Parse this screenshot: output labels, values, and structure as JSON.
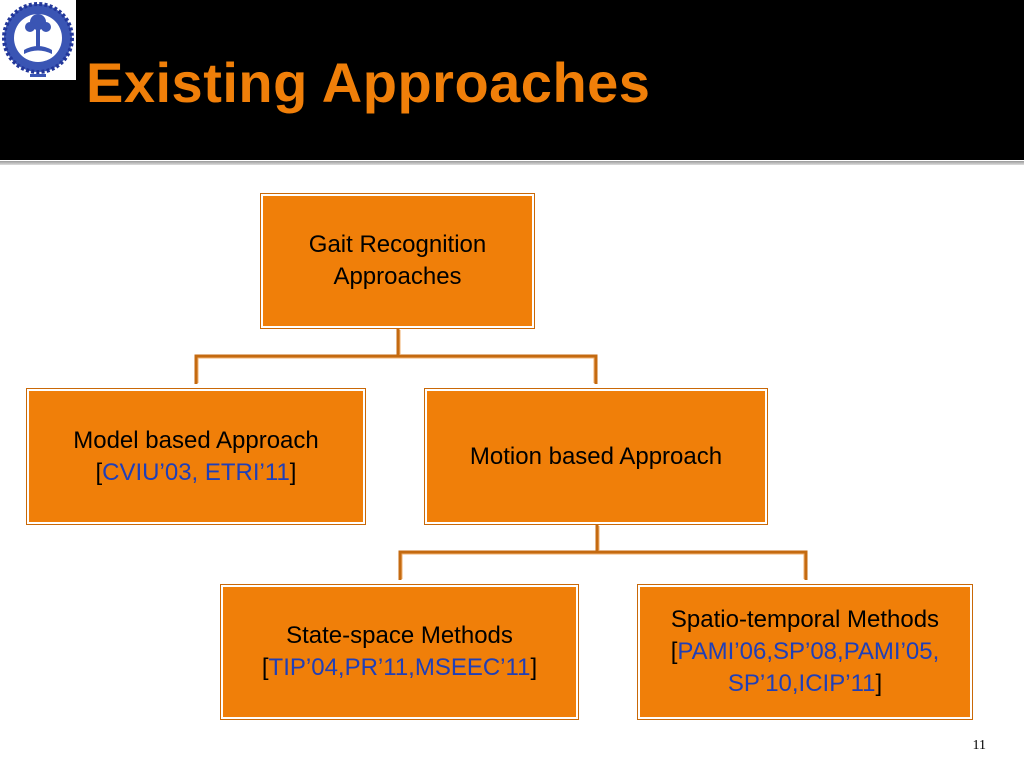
{
  "slide": {
    "title": "Existing Approaches",
    "page_number": "11"
  },
  "colors": {
    "header_bg": "#000000",
    "title": "#f07f09",
    "node_fill": "#f07f09",
    "connector": "#c46a10",
    "reference_text": "#1f3fb8"
  },
  "logo": {
    "icon": "institute-emblem-icon"
  },
  "diagram": {
    "root": {
      "line1": "Gait Recognition",
      "line2": "Approaches"
    },
    "model": {
      "label": "Model based Approach",
      "open": "[",
      "refs": "CVIU’03, ETRI’11",
      "close": "]"
    },
    "motion": {
      "label": "Motion based Approach"
    },
    "state_space": {
      "label": "State-space Methods",
      "open": "[",
      "refs": "TIP’04,PR’11,MSEEC’11",
      "close": "]"
    },
    "spatio": {
      "label": "Spatio-temporal Methods",
      "open": "[",
      "refs_line1": "PAMI’06,SP’08,PAMI’05,",
      "refs_line2": "SP’10,ICIP’11",
      "close": "]"
    }
  }
}
